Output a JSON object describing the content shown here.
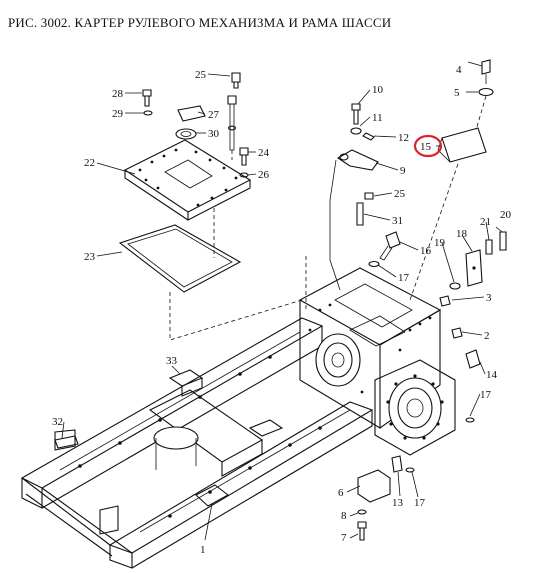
{
  "title": "РИС. 3002. КАРТЕР РУЛЕВОГО МЕХАНИЗМА И РАМА ШАССИ",
  "highlight_color": "#e0202a",
  "callouts": {
    "c1": "1",
    "c2": "2",
    "c3": "3",
    "c4": "4",
    "c5": "5",
    "c6": "6",
    "c7": "7",
    "c8": "8",
    "c9": "9",
    "c10": "10",
    "c11": "11",
    "c12": "12",
    "c13": "13",
    "c14": "14",
    "c15": "15",
    "c16": "16",
    "c17a": "17",
    "c17b": "17",
    "c17c": "17",
    "c18": "18",
    "c19": "19",
    "c20": "20",
    "c21": "21",
    "c22": "22",
    "c23": "23",
    "c24": "24",
    "c25a": "25",
    "c25b": "25",
    "c26": "26",
    "c27": "27",
    "c28": "28",
    "c29": "29",
    "c30": "30",
    "c31": "31",
    "c32": "32",
    "c33": "33"
  }
}
